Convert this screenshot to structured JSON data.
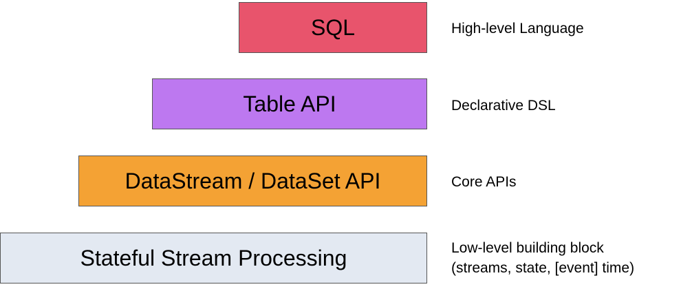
{
  "layers": [
    {
      "label": "SQL",
      "color": "#e8546c",
      "description": [
        "High-level Language"
      ]
    },
    {
      "label": "Table API",
      "color": "#bd78f0",
      "description": [
        "Declarative DSL"
      ]
    },
    {
      "label": "DataStream / DataSet API",
      "color": "#f4a234",
      "description": [
        "Core APIs"
      ]
    },
    {
      "label": "Stateful Stream Processing",
      "color": "#e3e9f2",
      "description": [
        "Low-level building block",
        "(streams, state, [event] time)"
      ]
    }
  ]
}
